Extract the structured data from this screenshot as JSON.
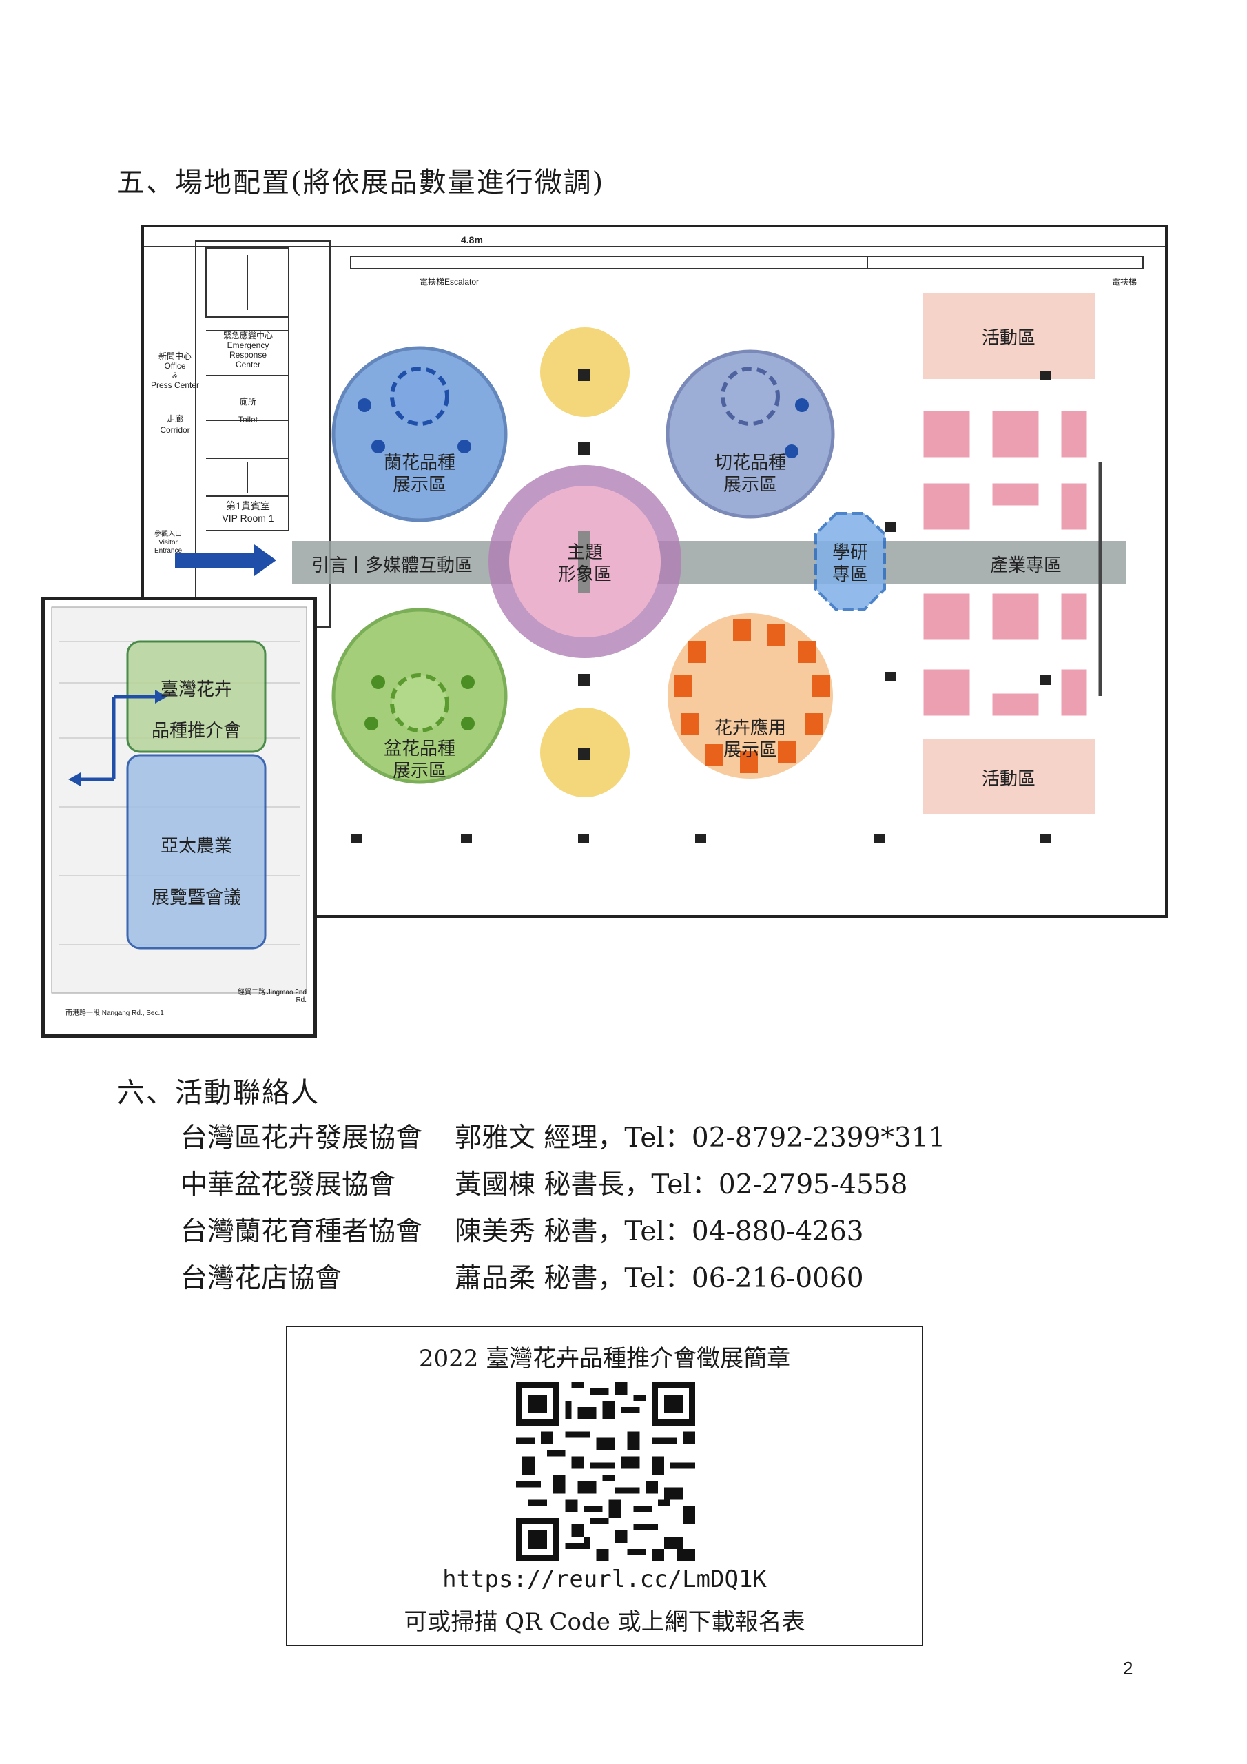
{
  "section5": {
    "heading": "五、場地配置(將依展品數量進行微調)"
  },
  "floorplan": {
    "width_label": "4.8m",
    "escalator_label": "電扶梯Escalator",
    "escalator_right": "電扶梯",
    "emergency_center": [
      "緊急應變中心",
      "Emergency",
      "Response",
      "Center"
    ],
    "press_center": [
      "新聞中心",
      "Office",
      "&",
      "Press Center"
    ],
    "toilet": [
      "廁所",
      "Toilet"
    ],
    "corridor": [
      "走廊",
      "Corridor"
    ],
    "vip_room": [
      "第1貴賓室",
      "VIP Room 1"
    ],
    "visitor_entrance": [
      "參觀入口",
      "Visitor",
      "Entrance"
    ],
    "zones": {
      "intro": "引言丨多媒體互動區",
      "theme": [
        "主題",
        "形象區"
      ],
      "orchid": [
        "蘭花品種",
        "展示區"
      ],
      "cutflower": [
        "切花品種",
        "展示區"
      ],
      "potted": [
        "盆花品種",
        "展示區"
      ],
      "application": [
        "花卉應用",
        "展示區"
      ],
      "academic": [
        "學研",
        "專區"
      ],
      "industry": "產業專區",
      "activity_top": "活動區",
      "activity_bottom": "活動區"
    },
    "colors": {
      "orchid": "#5b8fd6",
      "cutflower": "#7d93c9",
      "potted": "#8fc25a",
      "application": "#e87a2c",
      "theme": "#d89ac4",
      "small": "#f4d77a",
      "booth": "#e899a8",
      "activity": "#f6d3c8",
      "aisle": "#9aa3a3"
    }
  },
  "inset": {
    "zone_top": [
      "臺灣花卉",
      "品種推介會"
    ],
    "zone_bottom": [
      "亞太農業",
      "展覽暨會議"
    ],
    "road_bottom": "南港路一段 Nangang Rd., Sec.1",
    "road_side": "經貿二路 Jingmao 2nd Rd."
  },
  "section6": {
    "heading": "六、活動聯絡人",
    "contacts": [
      {
        "org": "台灣區花卉發展協會",
        "person": "郭雅文 經理，Tel：02-8792-2399*311"
      },
      {
        "org": "中華盆花發展協會",
        "person": "黃國棟 秘書長，Tel：02-2795-4558"
      },
      {
        "org": "台灣蘭花育種者協會",
        "person": "陳美秀 秘書，Tel：04-880-4263"
      },
      {
        "org": "台灣花店協會",
        "person": "蕭品柔 秘書，Tel：06-216-0060"
      }
    ]
  },
  "qr_box": {
    "title": "2022 臺灣花卉品種推介會徵展簡章",
    "url": "https://reurl.cc/LmDQ1K",
    "note": "可或掃描 QR Code 或上網下載報名表",
    "icon": "qr-code-icon"
  },
  "page_number": "2"
}
